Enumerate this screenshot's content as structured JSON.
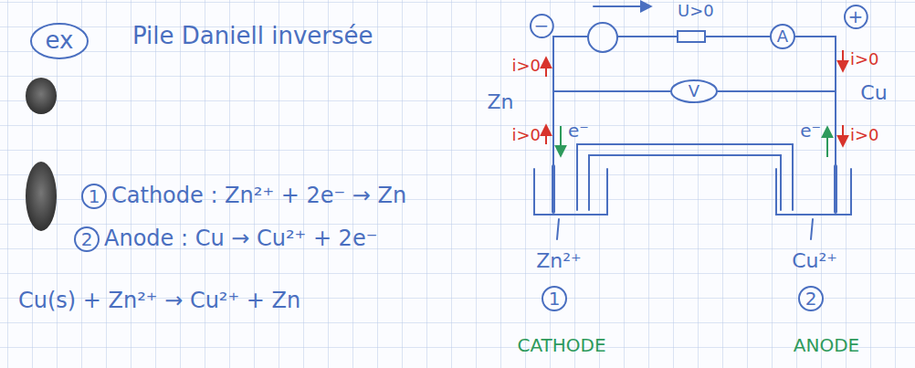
{
  "diagram": {
    "title": "Pile Daniell inversée",
    "nodes": [
      {
        "text": [
          "ex"
        ]
      },
      {
        "text": [
          "−"
        ]
      },
      {
        "text": [
          "+"
        ]
      },
      {
        "text": [
          "A"
        ]
      },
      {
        "text": [
          "V"
        ]
      },
      {
        "text": [
          "1"
        ]
      },
      {
        "text": [
          "2"
        ]
      },
      {
        "text": [
          "1"
        ]
      },
      {
        "text": [
          "2"
        ]
      }
    ],
    "labels": [
      "U>0",
      "i>0",
      "Zn",
      "i>0",
      "e⁻",
      "i>0",
      "Cu",
      "e⁻",
      "i>0",
      "Zn²⁺",
      "Cu²⁺",
      "Cathode : Zn²⁺ + 2e⁻ → Zn",
      "Anode : Cu → Cu²⁺ + 2e⁻",
      "Cu(s) + Zn²⁺ → Cu²⁺ + Zn",
      "CATHODE",
      "ANODE"
    ]
  }
}
